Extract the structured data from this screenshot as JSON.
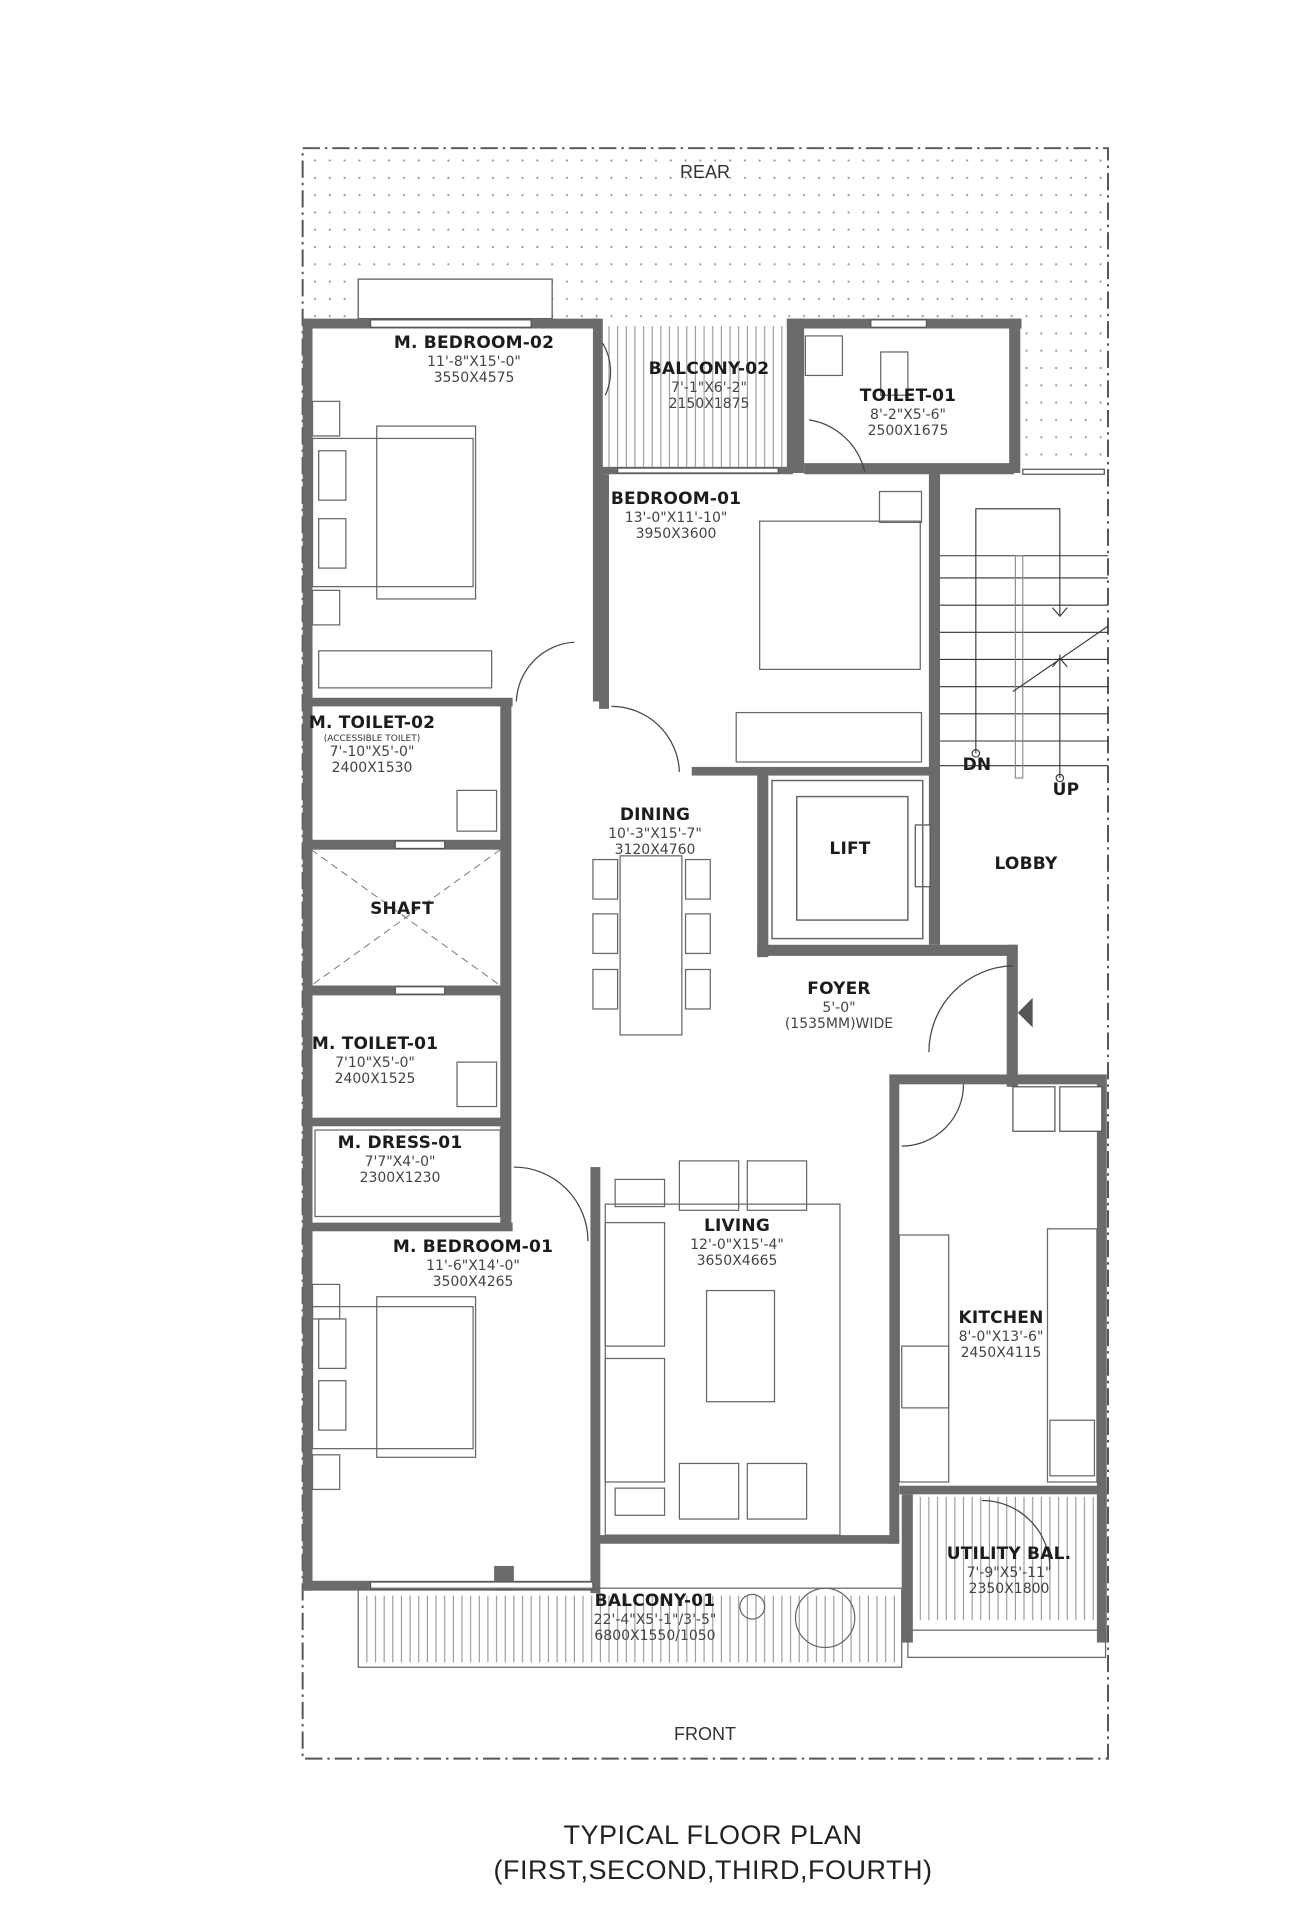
{
  "plan": {
    "orientation": {
      "top": "REAR",
      "bottom": "FRONT"
    },
    "title": "TYPICAL FLOOR PLAN",
    "subtitle": "(FIRST,SECOND,THIRD,FOURTH)",
    "colors": {
      "wall": "#6b6b6b",
      "line": "#3a3a3a",
      "boundary": "#555555",
      "hatch": "#8a8a8a"
    },
    "rooms": {
      "m_bedroom_02": {
        "name": "M. BEDROOM-02",
        "imperial": "11'-8\"X15'-0\"",
        "metric": "3550X4575"
      },
      "balcony_02": {
        "name": "BALCONY-02",
        "imperial": "7'-1\"X6'-2\"",
        "metric": "2150X1875"
      },
      "toilet_01": {
        "name": "TOILET-01",
        "imperial": "8'-2\"X5'-6\"",
        "metric": "2500X1675"
      },
      "bedroom_01": {
        "name": "BEDROOM-01",
        "imperial": "13'-0\"X11'-10\"",
        "metric": "3950X3600"
      },
      "m_toilet_02": {
        "name": "M. TOILET-02",
        "note": "(ACCESSIBLE TOILET)",
        "imperial": "7'-10\"X5'-0\"",
        "metric": "2400X1530"
      },
      "shaft": {
        "name": "SHAFT"
      },
      "dining": {
        "name": "DINING",
        "imperial": "10'-3\"X15'-7\"",
        "metric": "3120X4760"
      },
      "lift": {
        "name": "LIFT"
      },
      "lobby": {
        "name": "LOBBY"
      },
      "stair": {
        "down": "DN",
        "up": "UP"
      },
      "foyer": {
        "name": "FOYER",
        "imperial": "5'-0\"",
        "metric": "(1535MM)WIDE"
      },
      "m_toilet_01": {
        "name": "M. TOILET-01",
        "imperial": "7'10\"X5'-0\"",
        "metric": "2400X1525"
      },
      "m_dress_01": {
        "name": "M. DRESS-01",
        "imperial": "7'7\"X4'-0\"",
        "metric": "2300X1230"
      },
      "m_bedroom_01": {
        "name": "M. BEDROOM-01",
        "imperial": "11'-6\"X14'-0\"",
        "metric": "3500X4265"
      },
      "living": {
        "name": "LIVING",
        "imperial": "12'-0\"X15'-4\"",
        "metric": "3650X4665"
      },
      "kitchen": {
        "name": "KITCHEN",
        "imperial": "8'-0\"X13'-6\"",
        "metric": "2450X4115"
      },
      "utility_bal": {
        "name": "UTILITY BAL.",
        "imperial": "7'-9\"X5'-11\"",
        "metric": "2350X1800"
      },
      "balcony_01": {
        "name": "BALCONY-01",
        "imperial": "22'-4\"X5'-1\"/3'-5\"",
        "metric": "6800X1550/1050"
      }
    }
  }
}
